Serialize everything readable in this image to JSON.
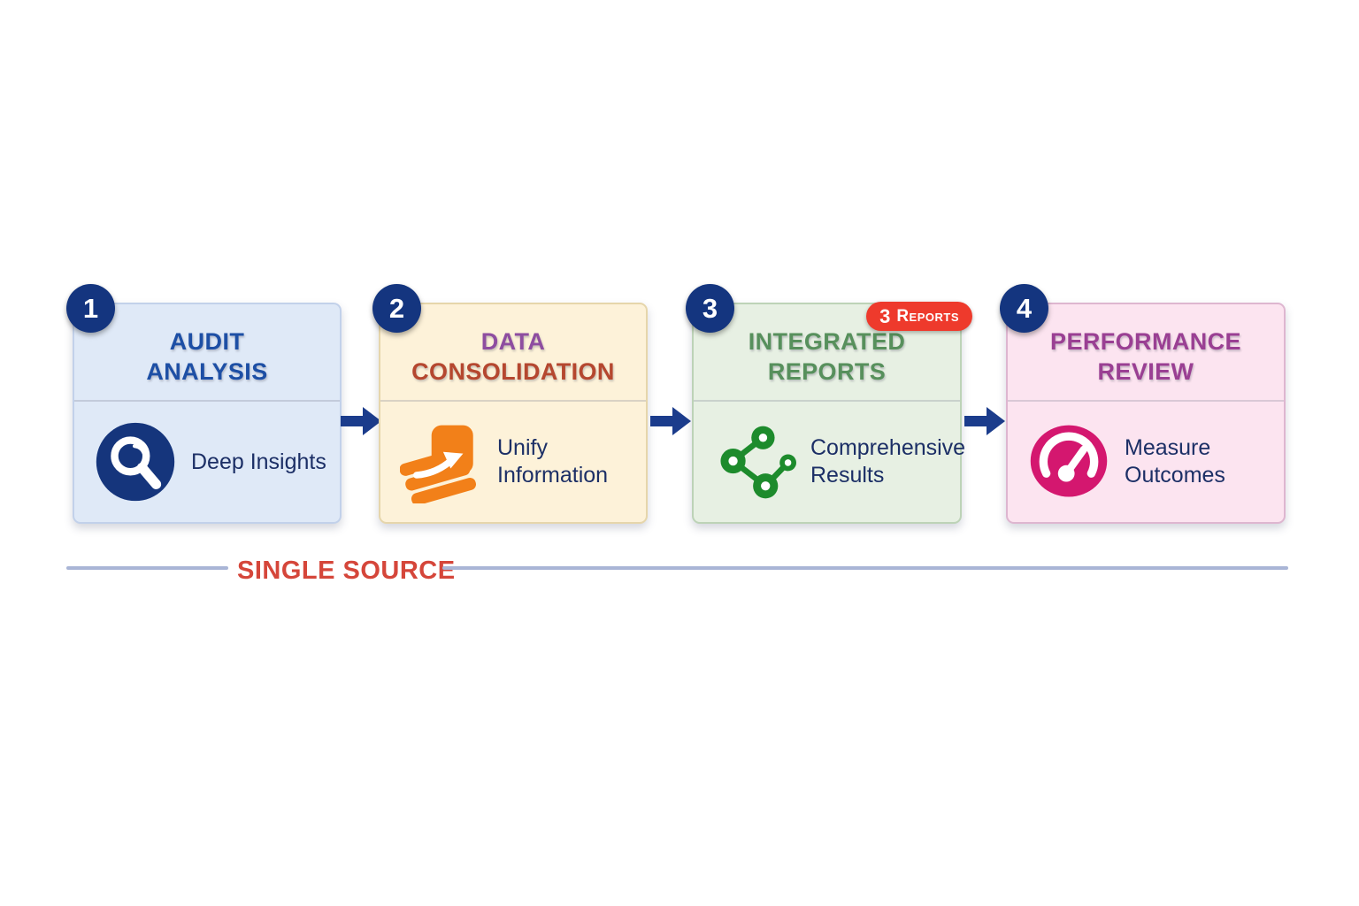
{
  "page": {
    "background": "#ffffff"
  },
  "diagram": {
    "arrow_color": "#1b3c8c",
    "step_badge_bg": "#14357f",
    "footer": {
      "label": "SINGLE SOURCE",
      "label_color": "#d5463a",
      "line_color": "#a9b5d6"
    }
  },
  "steps": [
    {
      "number": "1",
      "title_line1": "AUDIT",
      "title_line2": "ANALYSIS",
      "title_color1": "#1d4fa5",
      "title_color2": "#1d4fa5",
      "subtitle": "Deep Insights",
      "icon": "magnifier-icon",
      "icon_color": "#15357c",
      "card_bg": "#dfe9f7",
      "card_border": "#c2d1ea"
    },
    {
      "number": "2",
      "title_line1": "DATA",
      "title_line2": "CONSOLIDATION",
      "title_color1": "#8e4da0",
      "title_color2": "#b5472f",
      "subtitle": "Unify Information",
      "icon": "layers-arrow-icon",
      "icon_color": "#f28019",
      "card_bg": "#fdf2d9",
      "card_border": "#e6d6ab"
    },
    {
      "number": "3",
      "title_line1": "INTEGRATED",
      "title_line2": "REPORTS",
      "title_color1": "#57905c",
      "title_color2": "#57905c",
      "subtitle": "Comprehensive Results",
      "icon": "network-nodes-icon",
      "icon_color": "#1d8b2c",
      "card_bg": "#e7f0e3",
      "card_border": "#bdd3b7",
      "badge": {
        "count": "3",
        "label": "Reports",
        "bg": "#ee3a2c"
      }
    },
    {
      "number": "4",
      "title_line1": "PERFORMANCE",
      "title_line2": "REVIEW",
      "title_color1": "#9a3f93",
      "title_color2": "#9a3f93",
      "subtitle": "Measure Outcomes",
      "icon": "gauge-icon",
      "icon_color": "#d4176f",
      "card_bg": "#fce4f0",
      "card_border": "#deb6d0"
    }
  ]
}
